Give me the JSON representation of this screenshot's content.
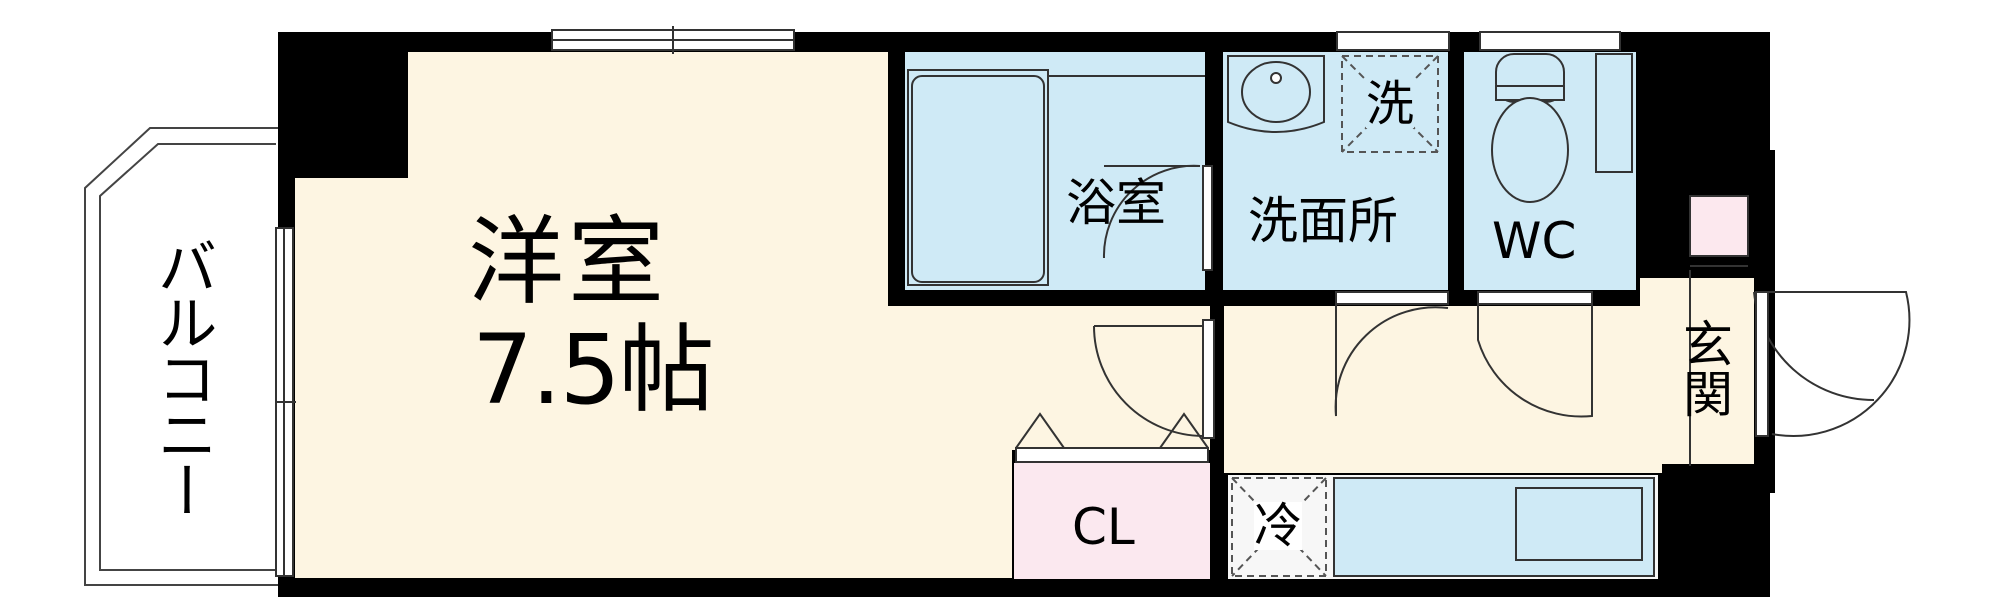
{
  "rooms": {
    "western_room": {
      "name": "洋室",
      "size": "7.5帖"
    },
    "balcony": "バルコニー",
    "bathroom": "浴室",
    "washroom": "洗面所",
    "laundry": "洗",
    "toilet": "WC",
    "entrance": "玄関",
    "closet": "CL",
    "fridge": "冷"
  },
  "colors": {
    "wall": "#000000",
    "floor_living": "#fdf5e2",
    "floor_wet": "#cfeaf6",
    "closet": "#fbe8ef",
    "entrance_box": "#fce8ee",
    "outline": "#333333",
    "dash": "#555555"
  }
}
